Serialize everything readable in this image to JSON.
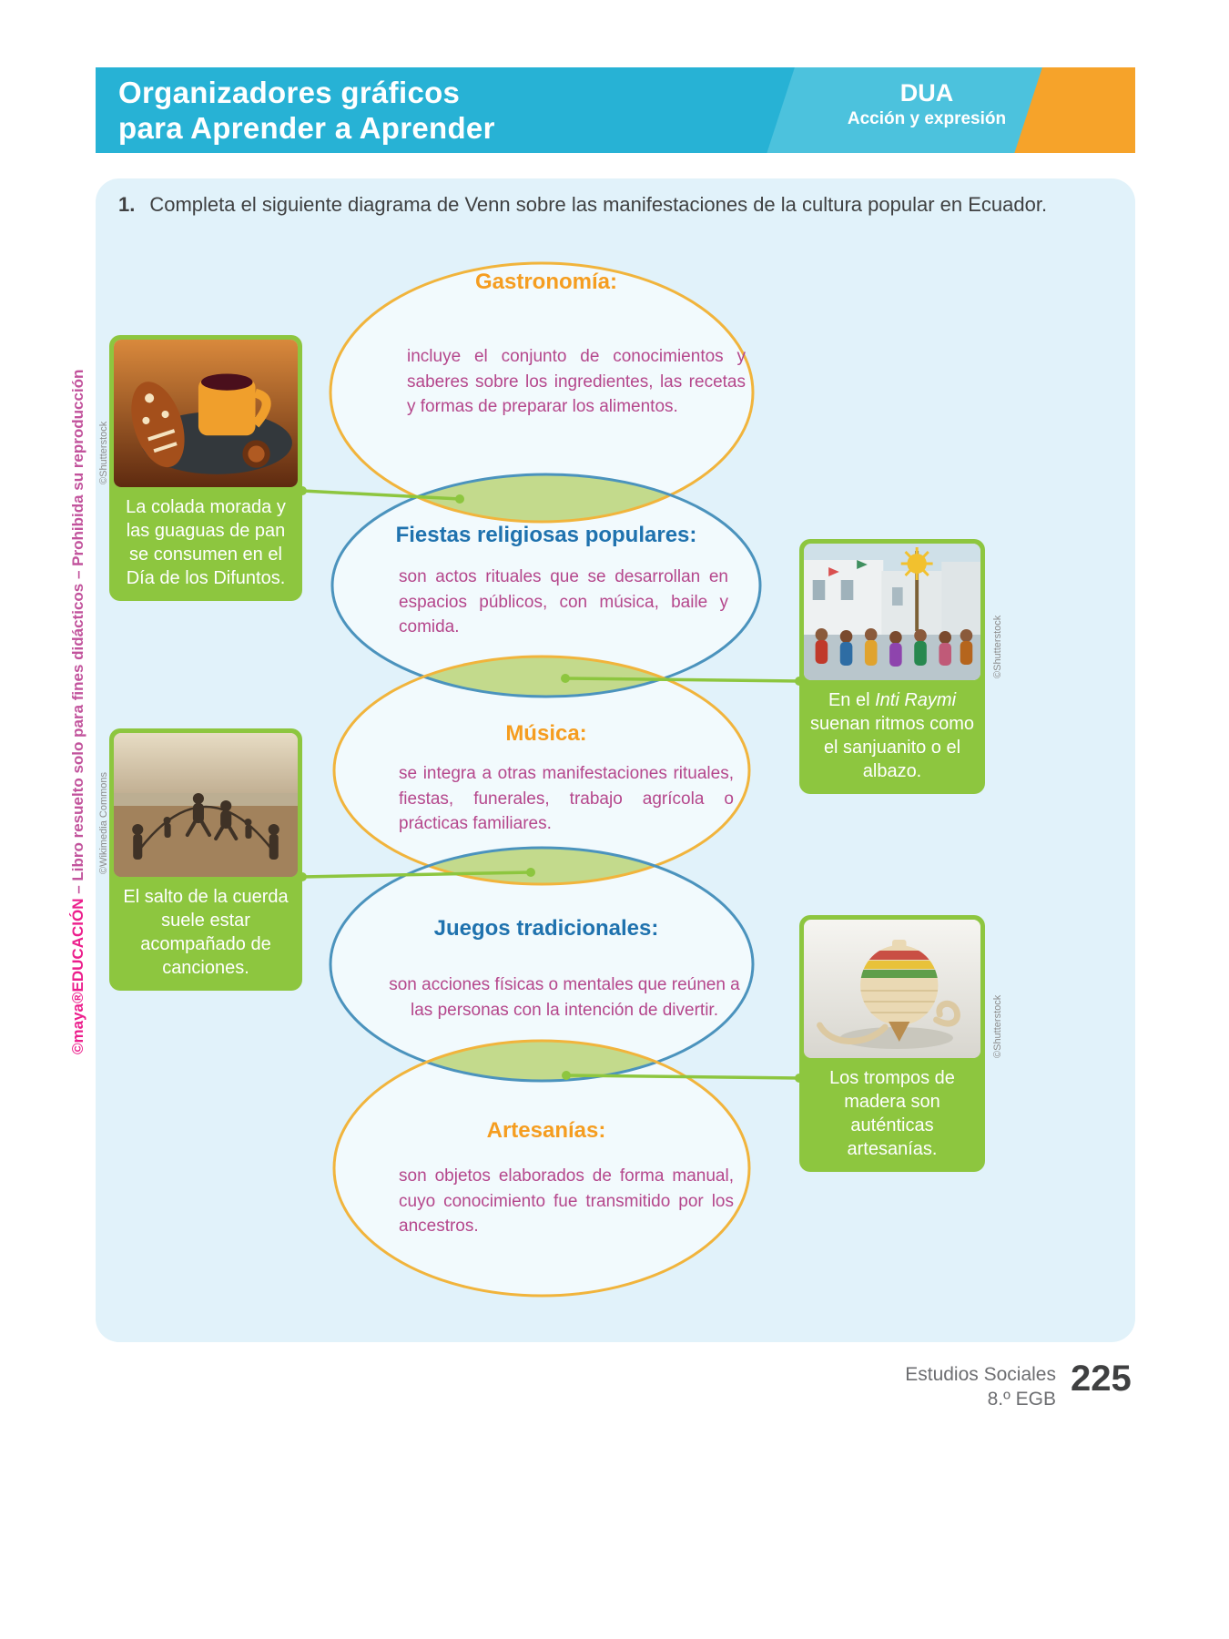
{
  "header": {
    "title_line1": "Organizadores gráficos",
    "title_line2": "para Aprender a Aprender",
    "badge_title": "DUA",
    "badge_subtitle": "Acción y expresión"
  },
  "instruction": {
    "number": "1.",
    "text": "Completa el siguiente diagrama de Venn sobre las manifestaciones de la cultura popular en Ecuador."
  },
  "sidebar": {
    "brand": "©maya®EDUCACIÓN",
    "notice": " – Libro resuelto solo para fines didácticos – Prohibida su reproducción"
  },
  "venn": {
    "sections": [
      {
        "title": "Gastronomía:",
        "accent": "orange",
        "body": "incluye el conjunto de conocimientos y saberes sobre los ingredientes, las recetas y formas de preparar los alimentos."
      },
      {
        "title": "Fiestas religiosas populares:",
        "accent": "blue",
        "body": "son actos rituales que se desarrollan en espacios públicos, con música, baile y comida."
      },
      {
        "title": "Música:",
        "accent": "orange",
        "body": "se integra a otras manifestaciones rituales, fiestas, funerales, trabajo agrícola o prácticas familiares."
      },
      {
        "title": "Juegos tradicionales:",
        "accent": "blue",
        "body": "son acciones físicas o mentales que reúnen a las personas con la intención de divertir."
      },
      {
        "title": "Artesanías:",
        "accent": "orange",
        "body": "son objetos elaborados de forma manual, cuyo conocimiento fue transmitido por los ancestros."
      }
    ]
  },
  "photos": [
    {
      "caption": "La colada morada y las guaguas de pan se consumen en el Día de los Difuntos.",
      "credit": "©Shutterstock",
      "illustration": "colada-morada-mug-and-guagua-bread"
    },
    {
      "caption_pre": "En el ",
      "caption_italic": "Inti Raymi",
      "caption_post": " suenan ritmos como el sanjuanito o el albazo.",
      "credit": "©Shutterstock",
      "illustration": "inti-raymi-festival-street"
    },
    {
      "caption": "El salto de la cuerda suele estar acompañado de canciones.",
      "credit": "©Wikimedia Commons",
      "illustration": "children-jumping-rope-on-beach"
    },
    {
      "caption": "Los trompos de madera son auténticas artesanías.",
      "credit": "©Shutterstock",
      "illustration": "wooden-spinning-top-with-rope"
    }
  ],
  "footer": {
    "subject": "Estudios Sociales",
    "grade": "8.º EGB",
    "page_number": "225"
  },
  "colors": {
    "header_teal": "#27b2d5",
    "badge_teal": "#4cc2dd",
    "accent_orange": "#f6a32a",
    "title_orange": "#f59d20",
    "title_blue": "#1f72ae",
    "body_magenta": "#b5478c",
    "card_green": "#8dc63f",
    "lens_green": "#c3da8c",
    "panel_blue": "#e1f2fa"
  }
}
